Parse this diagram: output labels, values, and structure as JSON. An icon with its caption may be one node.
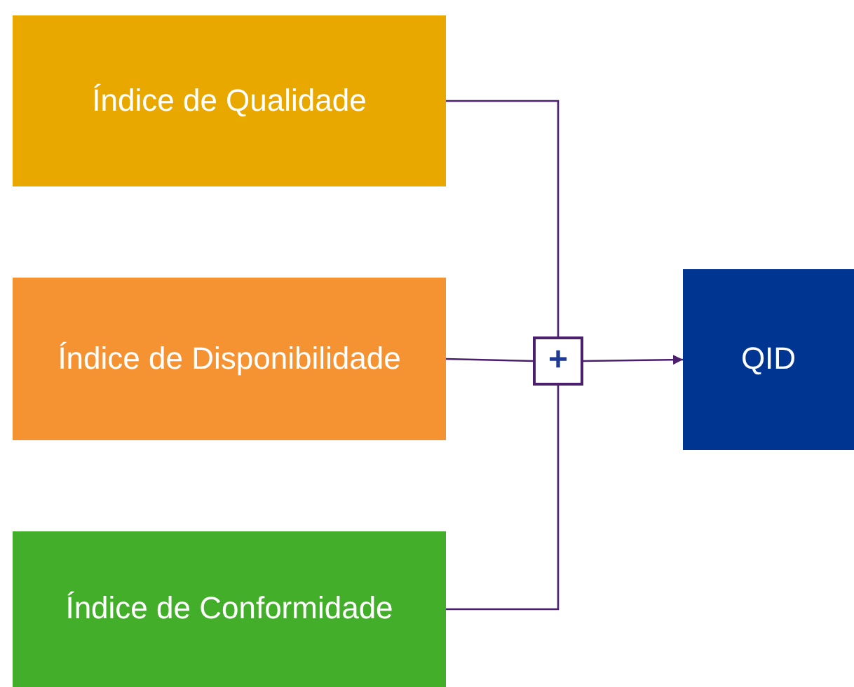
{
  "diagram": {
    "nodes": [
      {
        "text": [
          "Índice de Qualidade"
        ]
      },
      {
        "text": [
          "Índice de Disponibilidade"
        ]
      },
      {
        "text": [
          "Índice de Conformidade"
        ]
      },
      {
        "text": [
          "+"
        ]
      },
      {
        "text": [
          "QID"
        ]
      }
    ],
    "edges": [
      {
        "from": 0,
        "to": 3,
        "arrow": "none"
      },
      {
        "from": 1,
        "to": 3,
        "arrow": "none"
      },
      {
        "from": 2,
        "to": 3,
        "arrow": "none"
      },
      {
        "from": 3,
        "to": 4,
        "arrow": "to"
      }
    ]
  }
}
